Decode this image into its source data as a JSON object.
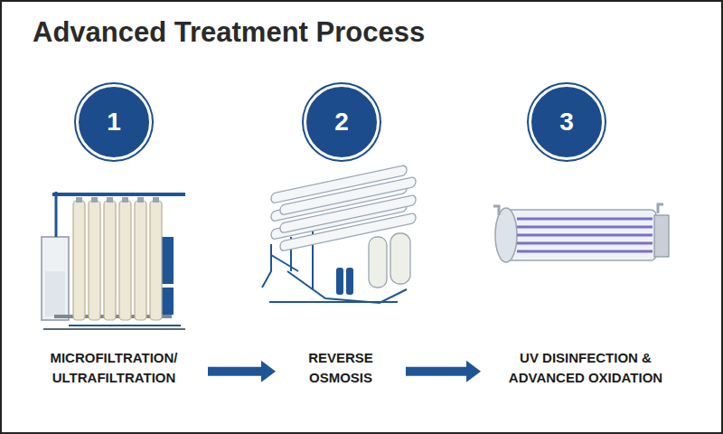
{
  "diagram": {
    "title": "Advanced Treatment Process",
    "nodes": [
      {
        "text": [
          "1"
        ]
      },
      {
        "text": [
          "2"
        ]
      },
      {
        "text": [
          "3"
        ]
      },
      {
        "text": [
          "MICROFILTRATION/ ULTRAFILTRATION"
        ]
      },
      {
        "text": [
          "REVERSE OSMOSIS"
        ]
      },
      {
        "text": [
          "UV DISINFECTION & ADVANCED OXIDATION"
        ]
      }
    ],
    "edges": [
      {
        "from": 3,
        "to": 4,
        "arrow": "to"
      },
      {
        "from": 4,
        "to": 5,
        "arrow": "to"
      }
    ]
  }
}
